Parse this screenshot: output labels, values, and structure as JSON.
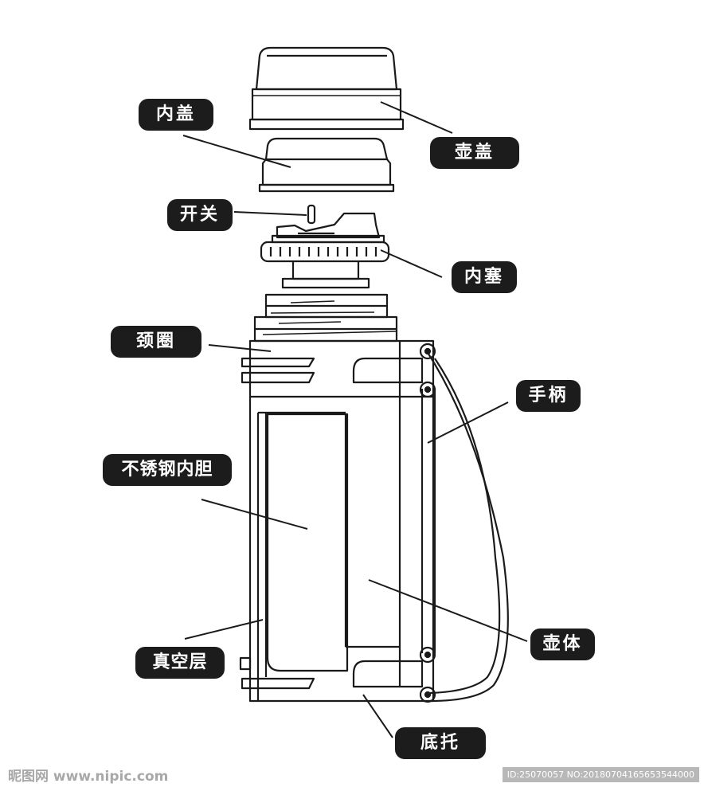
{
  "labels": {
    "inner_lid": "内盖",
    "pot_lid": "壶盖",
    "switch": "开关",
    "inner_plug": "内塞",
    "neck_ring": "颈圈",
    "handle": "手柄",
    "steel_liner": "不锈钢内胆",
    "vacuum_layer": "真空层",
    "pot_body": "壶体",
    "base": "底托"
  },
  "watermark": {
    "site": "昵图网 www.nipic.com",
    "id": "ID:25070057 NO:20180704165653544000"
  },
  "colors": {
    "label_bg": "#1c1c1c",
    "label_text": "#ffffff",
    "line": "#1a1a1a",
    "background": "#ffffff"
  }
}
